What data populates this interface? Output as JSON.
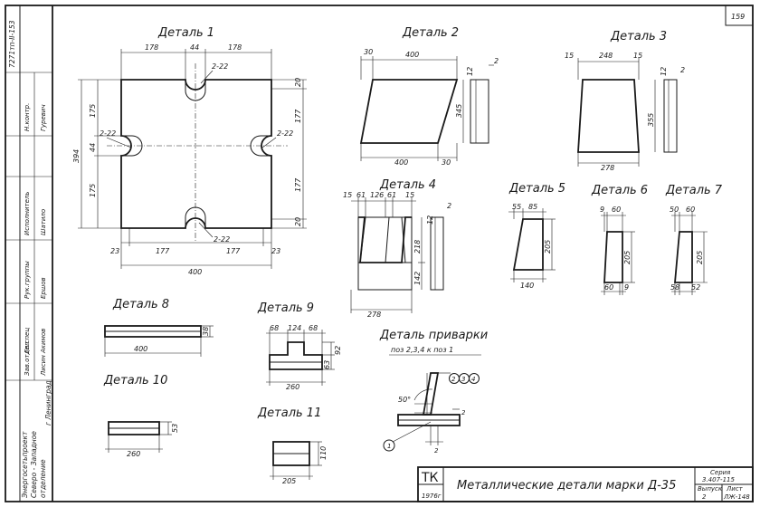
{
  "sheet": {
    "page_number": "159",
    "side_code": "7271тп-II-153",
    "org": [
      "Энергосетьпроект",
      "Северо - Западное",
      "отделение",
      "г Ленинград"
    ],
    "stamp_roles": [
      "Зав.отдел",
      "Гл.спец",
      "Рук.группы",
      "Исполнитель",
      "Н.контр."
    ],
    "stamp_names": [
      "Лисин",
      "Акимов",
      "Ершов",
      "Шатило",
      "Гуревич"
    ]
  },
  "title_block": {
    "code": "ТК",
    "year": "1976г",
    "title": "Металлические детали марки Д-35",
    "series_label": "Серия",
    "series_value": "3.407-115",
    "issue_label": "Выпуск",
    "issue_value": "2",
    "sheet_label": "Лист",
    "sheet_value": "ЛЖ-148"
  },
  "details": {
    "d1": {
      "title": "Деталь 1",
      "dims": [
        "178",
        "44",
        "178",
        "2-22",
        "2-22",
        "2-22",
        "2-22",
        "394",
        "175",
        "44",
        "175",
        "20",
        "177",
        "177",
        "20",
        "23",
        "177",
        "177",
        "23",
        "400"
      ]
    },
    "d2": {
      "title": "Деталь 2",
      "dims": [
        "30",
        "400",
        "12",
        "2",
        "345",
        "400",
        "30"
      ]
    },
    "d3": {
      "title": "Деталь 3",
      "dims": [
        "15",
        "248",
        "15",
        "12",
        "2",
        "355",
        "278"
      ]
    },
    "d4": {
      "title": "Деталь 4",
      "dims": [
        "15",
        "61",
        "126",
        "61",
        "15",
        "12",
        "2",
        "218",
        "142",
        "278"
      ]
    },
    "d5": {
      "title": "Деталь 5",
      "dims": [
        "55",
        "85",
        "205",
        "140"
      ]
    },
    "d6": {
      "title": "Деталь 6",
      "dims": [
        "9",
        "60",
        "205",
        "60",
        "9"
      ]
    },
    "d7": {
      "title": "Деталь 7",
      "dims": [
        "50",
        "60",
        "205",
        "58",
        "52"
      ]
    },
    "d8": {
      "title": "Деталь 8",
      "dims": [
        "400",
        "38"
      ]
    },
    "d9": {
      "title": "Деталь 9",
      "dims": [
        "68",
        "124",
        "68",
        "92",
        "63",
        "260"
      ]
    },
    "d10": {
      "title": "Деталь 10",
      "dims": [
        "260",
        "53"
      ]
    },
    "d11": {
      "title": "Деталь 11",
      "dims": [
        "205",
        "110"
      ]
    },
    "weld": {
      "title": "Деталь приварки",
      "subtitle": "поз 2,3,4 к поз 1",
      "angle": "50°",
      "gap1": "2",
      "gap2": "2",
      "pos_a": "2",
      "pos_b": "3",
      "pos_c": "4",
      "pos_base": "1"
    }
  }
}
